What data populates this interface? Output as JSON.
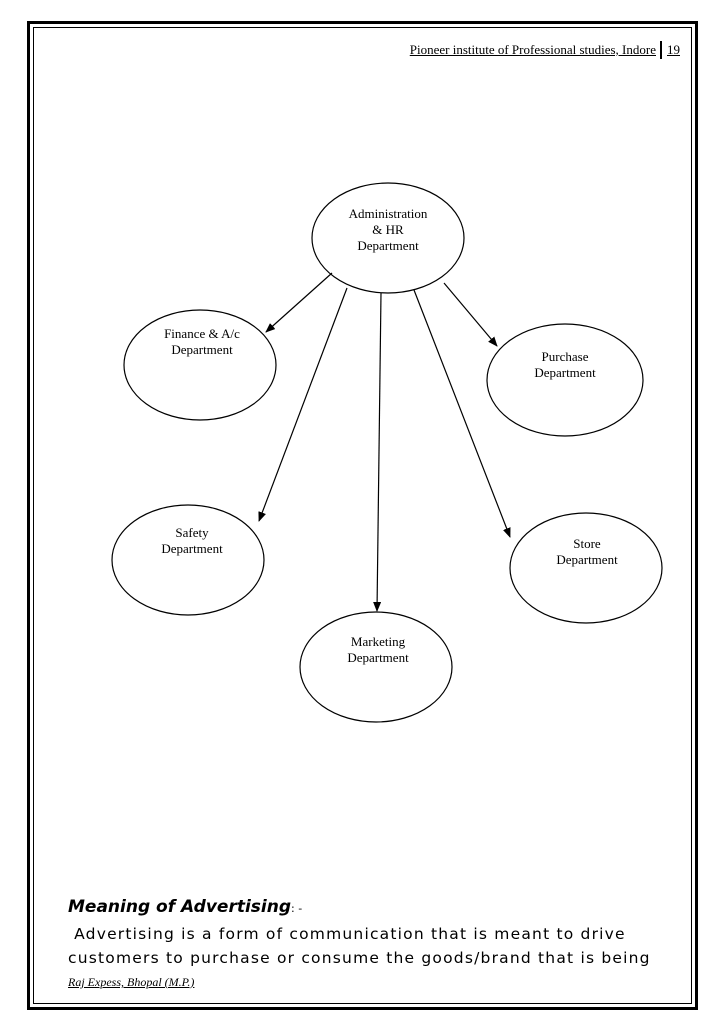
{
  "header": {
    "institute": "Pioneer institute of Professional studies, Indore",
    "page_number": "19"
  },
  "diagram": {
    "nodes": {
      "admin": "Administration\n& HR\nDepartment",
      "finance": "Finance & A/c\nDepartment",
      "purchase": "Purchase\nDepartment",
      "safety": "Safety\nDepartment",
      "store": "Store\nDepartment",
      "marketing": "Marketing\nDepartment"
    }
  },
  "section": {
    "title": "Meaning of Advertising",
    "title_suffix": ": -",
    "line1": " Advertising is a form of communication that is meant to drive",
    "line2": "customers to purchase or consume the goods/brand that is being"
  },
  "footer": {
    "text": "Raj Expess, Bhopal (M.P.)"
  }
}
